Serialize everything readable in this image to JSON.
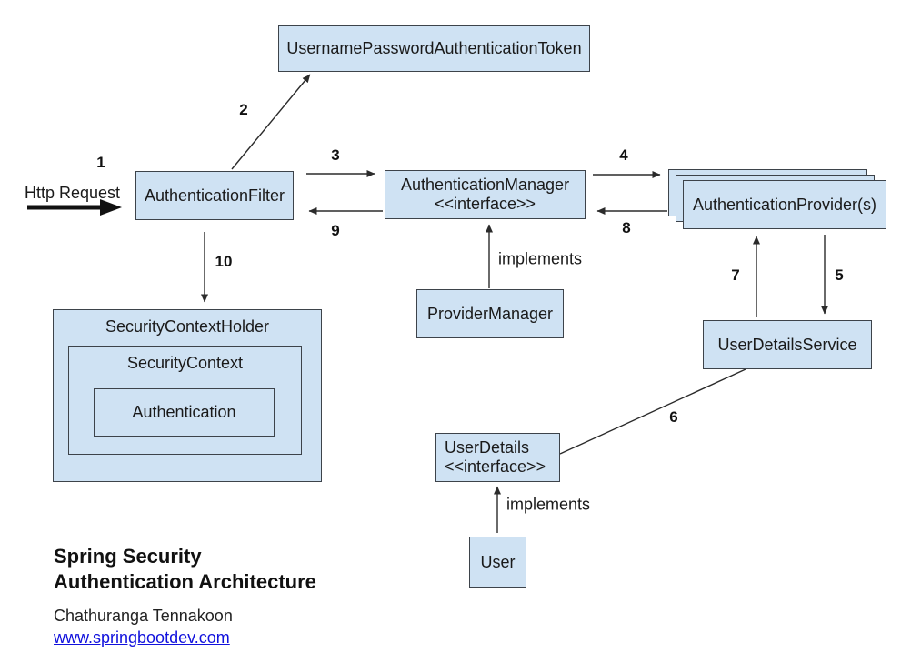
{
  "colors": {
    "node_fill": "#cfe2f3",
    "node_border": "#3d434a",
    "connector": "#2b2b2b",
    "link": "#1111dd",
    "text": "#1a1a1a"
  },
  "http_request": {
    "label": "Http Request"
  },
  "nodes": {
    "token": {
      "label": "UsernamePasswordAuthenticationToken"
    },
    "filter": {
      "label": "AuthenticationFilter"
    },
    "manager": {
      "line1": "AuthenticationManager",
      "line2": "<<interface>>"
    },
    "provider": {
      "label": "AuthenticationProvider(s)"
    },
    "provider_manager": {
      "label": "ProviderManager"
    },
    "user_details_service": {
      "label": "UserDetailsService"
    },
    "user_details": {
      "line1": "UserDetails",
      "line2": "<<interface>>"
    },
    "user": {
      "label": "User"
    },
    "security_context_holder": {
      "label": "SecurityContextHolder"
    },
    "security_context": {
      "label": "SecurityContext"
    },
    "authentication": {
      "label": "Authentication"
    }
  },
  "edge_labels": {
    "step1": "1",
    "step2": "2",
    "step3": "3",
    "step4": "4",
    "step5": "5",
    "step6": "6",
    "step7": "7",
    "step8": "8",
    "step9": "9",
    "step10": "10",
    "implements_manager": "implements",
    "implements_user": "implements"
  },
  "footer": {
    "title_line1": "Spring Security",
    "title_line2": "Authentication Architecture",
    "author": "Chathuranga Tennakoon",
    "website": "www.springbootdev.com"
  }
}
